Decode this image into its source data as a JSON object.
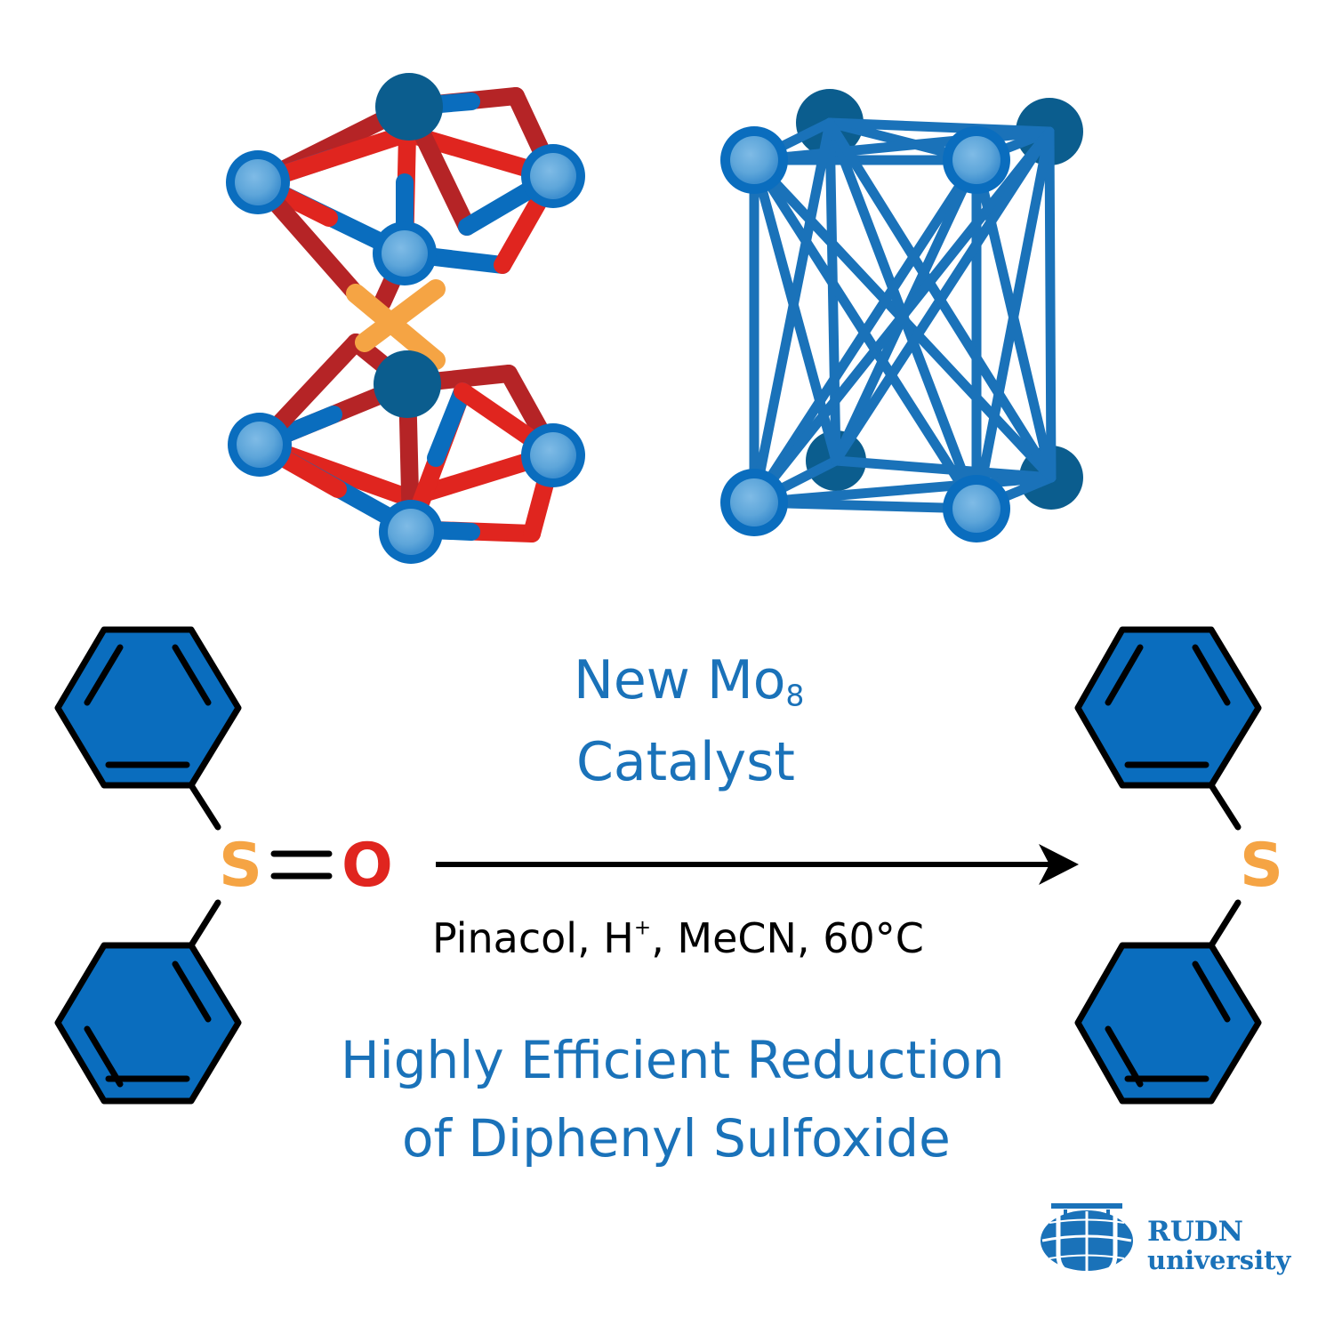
{
  "reaction": {
    "catalyst_name": "New Mo",
    "catalyst_subscript": "8",
    "catalyst_word": "Catalyst",
    "conditions_pre": "Pinacol, H",
    "conditions_sup": "+",
    "conditions_post": ", MeCN, 60°C",
    "caption_line1": "Highly Efficient Reduction",
    "caption_line2": "of Diphenyl Sulfoxide"
  },
  "reactant": {
    "sulfur_label": "S",
    "oxygen_label": "O"
  },
  "product": {
    "sulfur_label": "S"
  },
  "logo": {
    "line1": "RUDN",
    "line2": "university"
  },
  "colors": {
    "accent_blue": "#1a72b9",
    "ring_fill": "#0a6dbe",
    "atom_light": "#6aaedf",
    "atom_dark": "#0b5d8e",
    "oxygen_red": "#e0251f",
    "oxygen_dark_red": "#b52426",
    "sulfur_orange": "#f5a444"
  }
}
